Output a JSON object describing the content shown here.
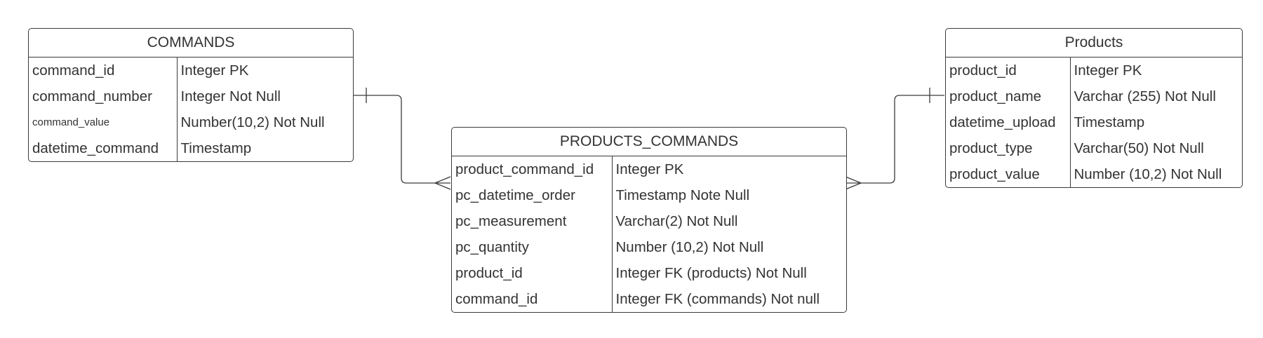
{
  "entities": {
    "commands": {
      "title": "COMMANDS",
      "rows": [
        {
          "name": "command_id",
          "type": "Integer PK"
        },
        {
          "name": "command_number",
          "type": "Integer Not Null"
        },
        {
          "name": "command_value",
          "type": "Number(10,2) Not Null"
        },
        {
          "name": "datetime_command",
          "type": "Timestamp"
        }
      ]
    },
    "products_commands": {
      "title": "PRODUCTS_COMMANDS",
      "rows": [
        {
          "name": "product_command_id",
          "type": "Integer PK"
        },
        {
          "name": "pc_datetime_order",
          "type": "Timestamp Note Null"
        },
        {
          "name": "pc_measurement",
          "type": "Varchar(2) Not Null"
        },
        {
          "name": "pc_quantity",
          "type": "Number (10,2) Not Null"
        },
        {
          "name": "product_id",
          "type": "Integer FK (products) Not Null"
        },
        {
          "name": "command_id",
          "type": "Integer FK (commands) Not null"
        }
      ]
    },
    "products": {
      "title": "Products",
      "rows": [
        {
          "name": "product_id",
          "type": "Integer PK"
        },
        {
          "name": "product_name",
          "type": "Varchar (255) Not Null"
        },
        {
          "name": "datetime_upload",
          "type": "Timestamp"
        },
        {
          "name": "product_type",
          "type": "Varchar(50) Not Null"
        },
        {
          "name": "product_value",
          "type": "Number (10,2) Not Null"
        }
      ]
    }
  },
  "colors": {
    "line": "#3a3a3a",
    "text": "#333333",
    "background": "#ffffff"
  }
}
